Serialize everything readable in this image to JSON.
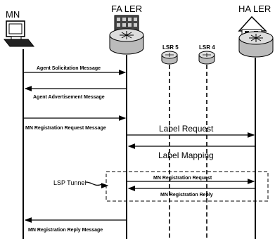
{
  "entities": {
    "mn": "MN",
    "fa": "FA LER",
    "ha": "HA LER",
    "lsr5": "LSR 5",
    "lsr4": "LSR 4"
  },
  "messages": {
    "agent_solicitation": "Agent Solicitation Message",
    "agent_advertisement": "Agent Advertisement Message",
    "mn_registration_request_message": "MN Registration Request Message",
    "label_request": "Label Request",
    "label_mapping": "Label Mapping",
    "mn_registration_request": "MN Registration Request",
    "mn_registration_reply": "MN Registration Reply",
    "mn_registration_reply_message": "MN Registration Reply Message"
  },
  "annotations": {
    "lsp_tunnel": "LSP Tunnel"
  },
  "icons": {
    "mn": "computer-icon",
    "fa": "router-with-building-icon",
    "ha": "router-with-house-icon",
    "lsr5": "router-icon",
    "lsr4": "router-icon"
  }
}
